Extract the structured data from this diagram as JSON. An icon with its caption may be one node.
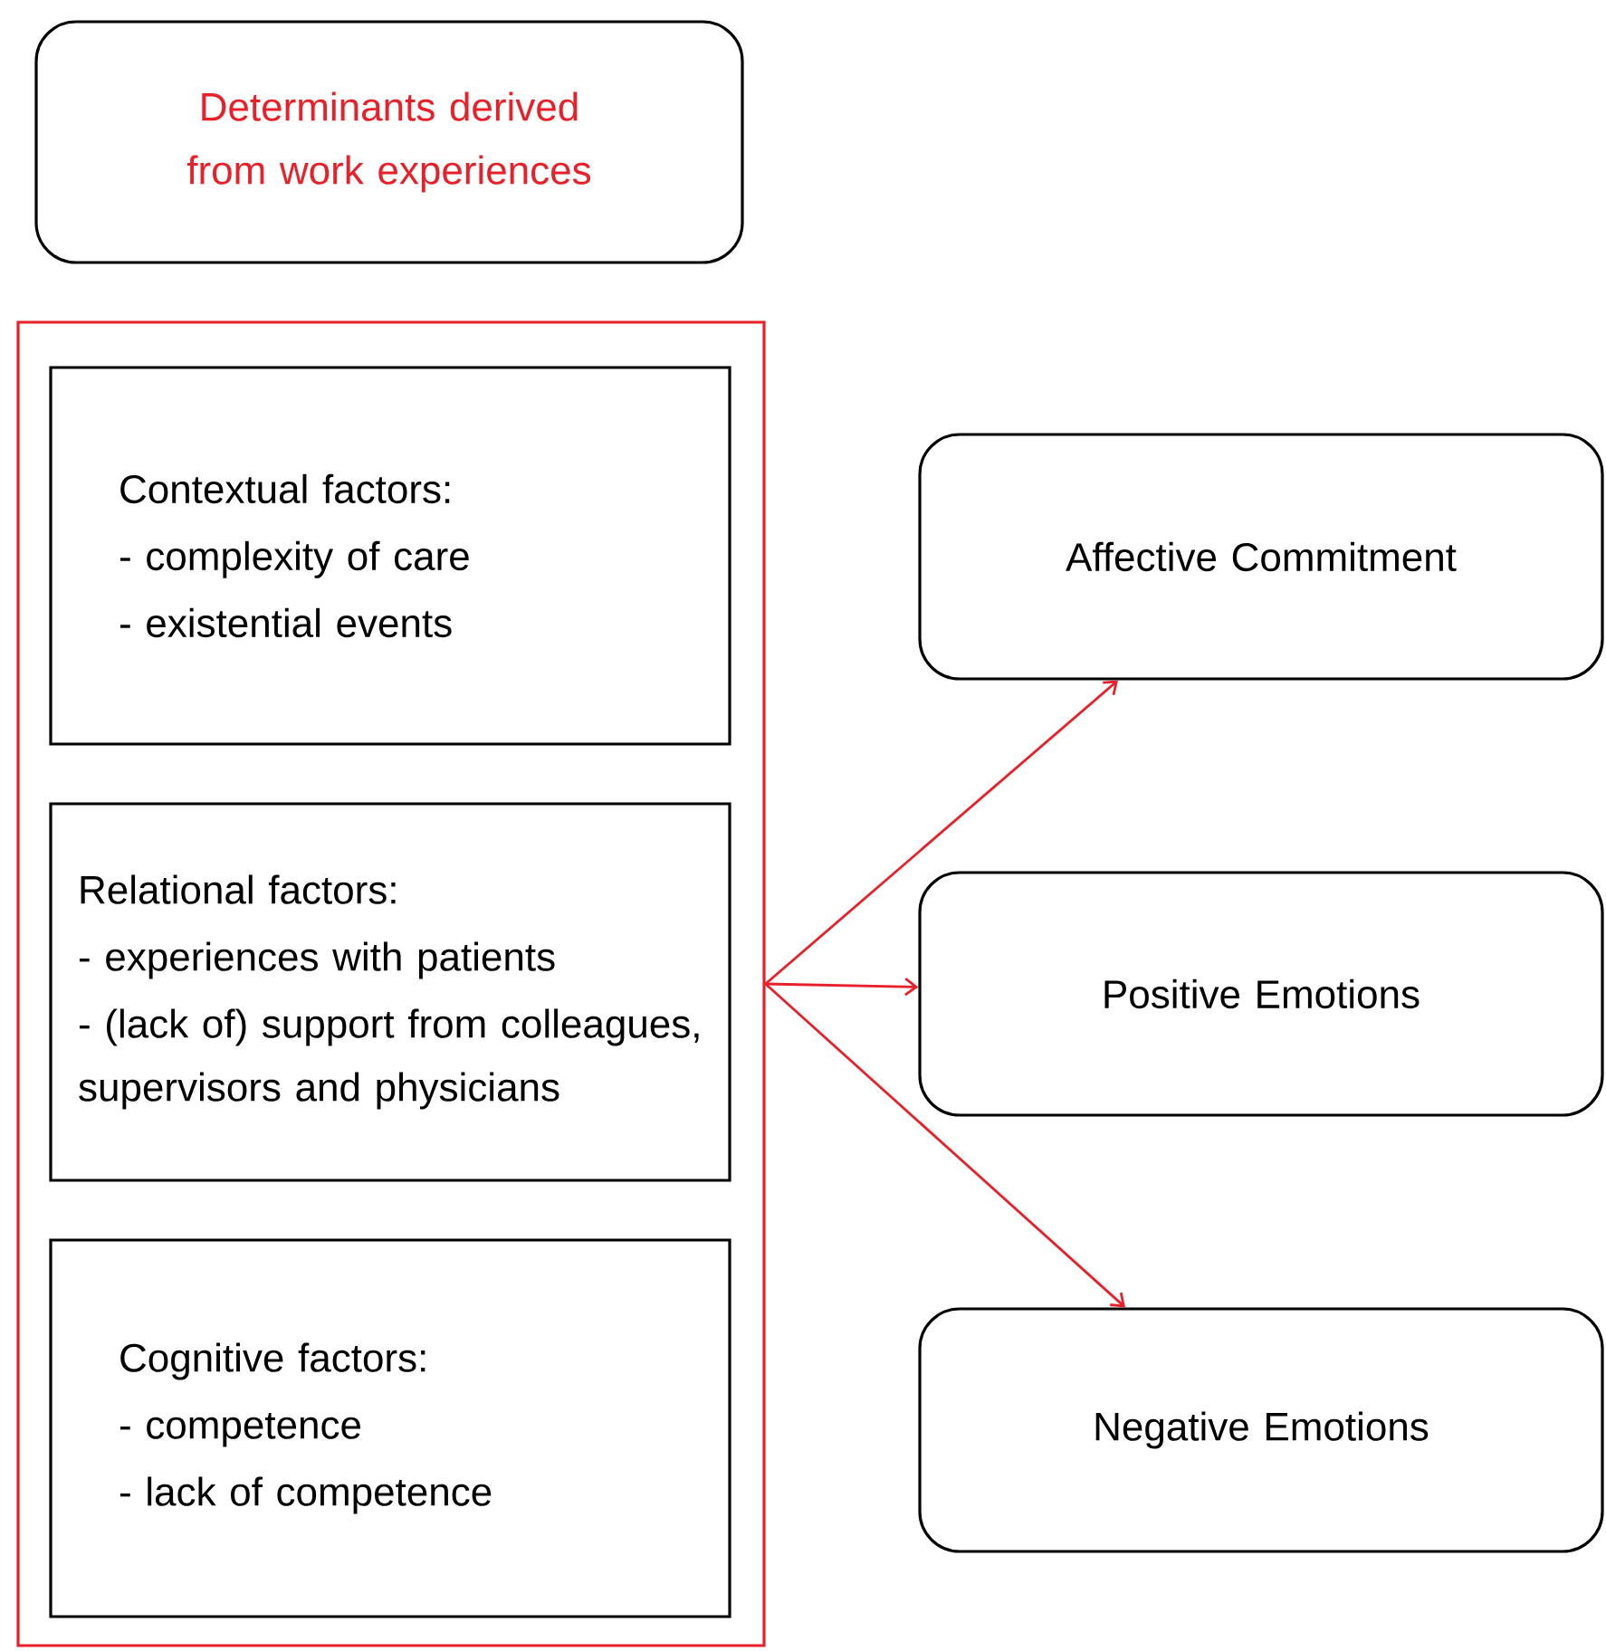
{
  "diagram": {
    "nodes": [
      {
        "text": [
          "Determinants derived from work experiences"
        ]
      },
      {
        "text": [],
        "shape": "box"
      },
      {
        "text": [
          "Contextual factors:",
          "- complexity of care",
          "- existential events"
        ],
        "in": 1
      },
      {
        "text": [
          "Relational factors:",
          "- experiences with patients",
          "- (lack of) support from colleagues, supervisors and physicians"
        ],
        "in": 1
      },
      {
        "text": [
          "Cognitive factors:",
          "- competence",
          "- lack of competence"
        ],
        "in": 1
      },
      {
        "text": [
          "Affective Commitment"
        ]
      },
      {
        "text": [
          "Positive Emotions"
        ]
      },
      {
        "text": [
          "Negative Emotions"
        ]
      }
    ],
    "edges": [
      {
        "from": 1,
        "to": 5,
        "arrow": "to"
      },
      {
        "from": 1,
        "to": 6,
        "arrow": "to"
      },
      {
        "from": 1,
        "to": 7,
        "arrow": "to"
      }
    ]
  }
}
